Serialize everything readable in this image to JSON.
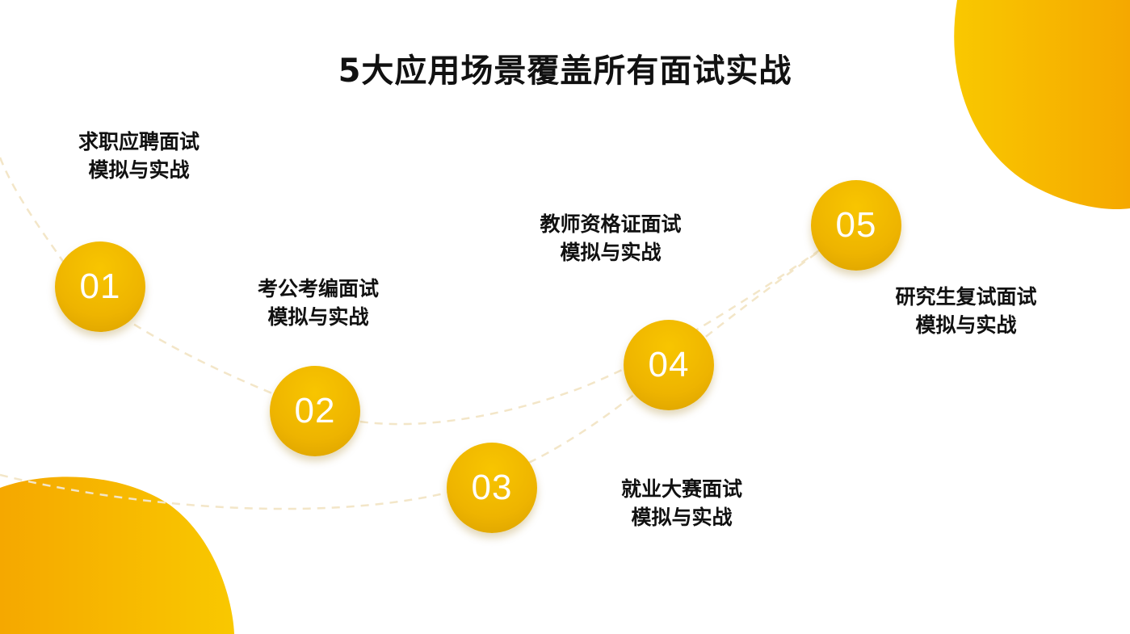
{
  "title": "5大应用场景覆盖所有面试实战",
  "colors": {
    "accent": "#f5b800",
    "accent_dark": "#d9a000",
    "blob_light": "#f9c800",
    "blob_dark": "#f5a800",
    "path_dash": "#f3e6c8",
    "text": "#111111"
  },
  "steps": [
    {
      "number": "01",
      "line1": "求职应聘面试",
      "line2": "模拟与实战"
    },
    {
      "number": "02",
      "line1": "考公考编面试",
      "line2": "模拟与实战"
    },
    {
      "number": "03",
      "line1": "就业大赛面试",
      "line2": "模拟与实战"
    },
    {
      "number": "04",
      "line1": "教师资格证面试",
      "line2": "模拟与实战"
    },
    {
      "number": "05",
      "line1": "研究生复试面试",
      "line2": "模拟与实战"
    }
  ]
}
